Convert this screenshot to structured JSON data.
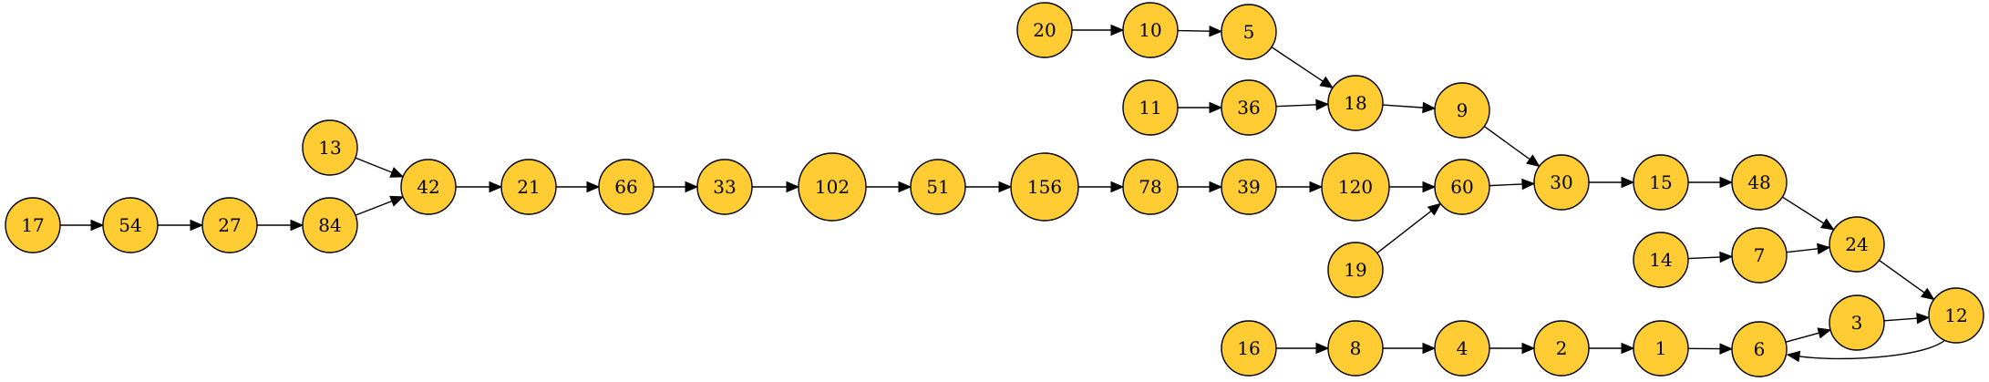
{
  "graph": {
    "colors": {
      "node_fill": "#FFCC33",
      "node_stroke": "#000000",
      "edge": "#000000",
      "background": "#ffffff"
    },
    "nodes": [
      {
        "id": "17",
        "label": "17"
      },
      {
        "id": "54",
        "label": "54"
      },
      {
        "id": "27",
        "label": "27"
      },
      {
        "id": "84",
        "label": "84"
      },
      {
        "id": "13",
        "label": "13"
      },
      {
        "id": "42",
        "label": "42"
      },
      {
        "id": "21",
        "label": "21"
      },
      {
        "id": "66",
        "label": "66"
      },
      {
        "id": "33",
        "label": "33"
      },
      {
        "id": "102",
        "label": "102"
      },
      {
        "id": "51",
        "label": "51"
      },
      {
        "id": "156",
        "label": "156"
      },
      {
        "id": "78",
        "label": "78"
      },
      {
        "id": "39",
        "label": "39"
      },
      {
        "id": "120",
        "label": "120"
      },
      {
        "id": "60",
        "label": "60"
      },
      {
        "id": "19",
        "label": "19"
      },
      {
        "id": "20",
        "label": "20"
      },
      {
        "id": "10",
        "label": "10"
      },
      {
        "id": "5",
        "label": "5"
      },
      {
        "id": "11",
        "label": "11"
      },
      {
        "id": "36",
        "label": "36"
      },
      {
        "id": "18",
        "label": "18"
      },
      {
        "id": "9",
        "label": "9"
      },
      {
        "id": "30",
        "label": "30"
      },
      {
        "id": "15",
        "label": "15"
      },
      {
        "id": "48",
        "label": "48"
      },
      {
        "id": "24",
        "label": "24"
      },
      {
        "id": "14",
        "label": "14"
      },
      {
        "id": "7",
        "label": "7"
      },
      {
        "id": "12",
        "label": "12"
      },
      {
        "id": "3",
        "label": "3"
      },
      {
        "id": "6",
        "label": "6"
      },
      {
        "id": "16",
        "label": "16"
      },
      {
        "id": "8",
        "label": "8"
      },
      {
        "id": "4",
        "label": "4"
      },
      {
        "id": "2",
        "label": "2"
      },
      {
        "id": "1",
        "label": "1"
      }
    ],
    "edges": [
      {
        "from": "17",
        "to": "54"
      },
      {
        "from": "54",
        "to": "27"
      },
      {
        "from": "27",
        "to": "84"
      },
      {
        "from": "84",
        "to": "42"
      },
      {
        "from": "13",
        "to": "42"
      },
      {
        "from": "42",
        "to": "21"
      },
      {
        "from": "21",
        "to": "66"
      },
      {
        "from": "66",
        "to": "33"
      },
      {
        "from": "33",
        "to": "102"
      },
      {
        "from": "102",
        "to": "51"
      },
      {
        "from": "51",
        "to": "156"
      },
      {
        "from": "156",
        "to": "78"
      },
      {
        "from": "78",
        "to": "39"
      },
      {
        "from": "39",
        "to": "120"
      },
      {
        "from": "120",
        "to": "60"
      },
      {
        "from": "19",
        "to": "60"
      },
      {
        "from": "60",
        "to": "30"
      },
      {
        "from": "20",
        "to": "10"
      },
      {
        "from": "10",
        "to": "5"
      },
      {
        "from": "5",
        "to": "18"
      },
      {
        "from": "11",
        "to": "36"
      },
      {
        "from": "36",
        "to": "18"
      },
      {
        "from": "18",
        "to": "9"
      },
      {
        "from": "9",
        "to": "30"
      },
      {
        "from": "30",
        "to": "15"
      },
      {
        "from": "15",
        "to": "48"
      },
      {
        "from": "48",
        "to": "24"
      },
      {
        "from": "14",
        "to": "7"
      },
      {
        "from": "7",
        "to": "24"
      },
      {
        "from": "24",
        "to": "12"
      },
      {
        "from": "16",
        "to": "8"
      },
      {
        "from": "8",
        "to": "4"
      },
      {
        "from": "4",
        "to": "2"
      },
      {
        "from": "2",
        "to": "1"
      },
      {
        "from": "1",
        "to": "6"
      },
      {
        "from": "6",
        "to": "3"
      },
      {
        "from": "3",
        "to": "12"
      },
      {
        "from": "12",
        "to": "6"
      }
    ]
  }
}
